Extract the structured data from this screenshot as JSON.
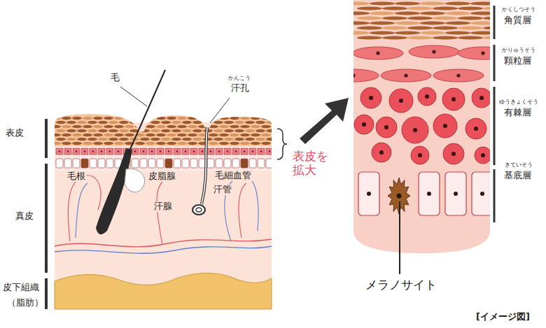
{
  "diagram": {
    "labels": [
      "表皮",
      "真皮",
      "皮下組織",
      "（脂肪）",
      "毛",
      "かんこう",
      "汗孔",
      "毛根",
      "皮脂腺",
      "毛細血管",
      "汗管",
      "汗腺",
      "表皮を 拡大",
      "かくしつそう",
      "角質層",
      "かりゅうそう",
      "顆粒層",
      "ゆうきょくそう",
      "有棘層",
      "きていそう",
      "基底層",
      "メラノサイト",
      "[イメージ図]"
    ]
  }
}
